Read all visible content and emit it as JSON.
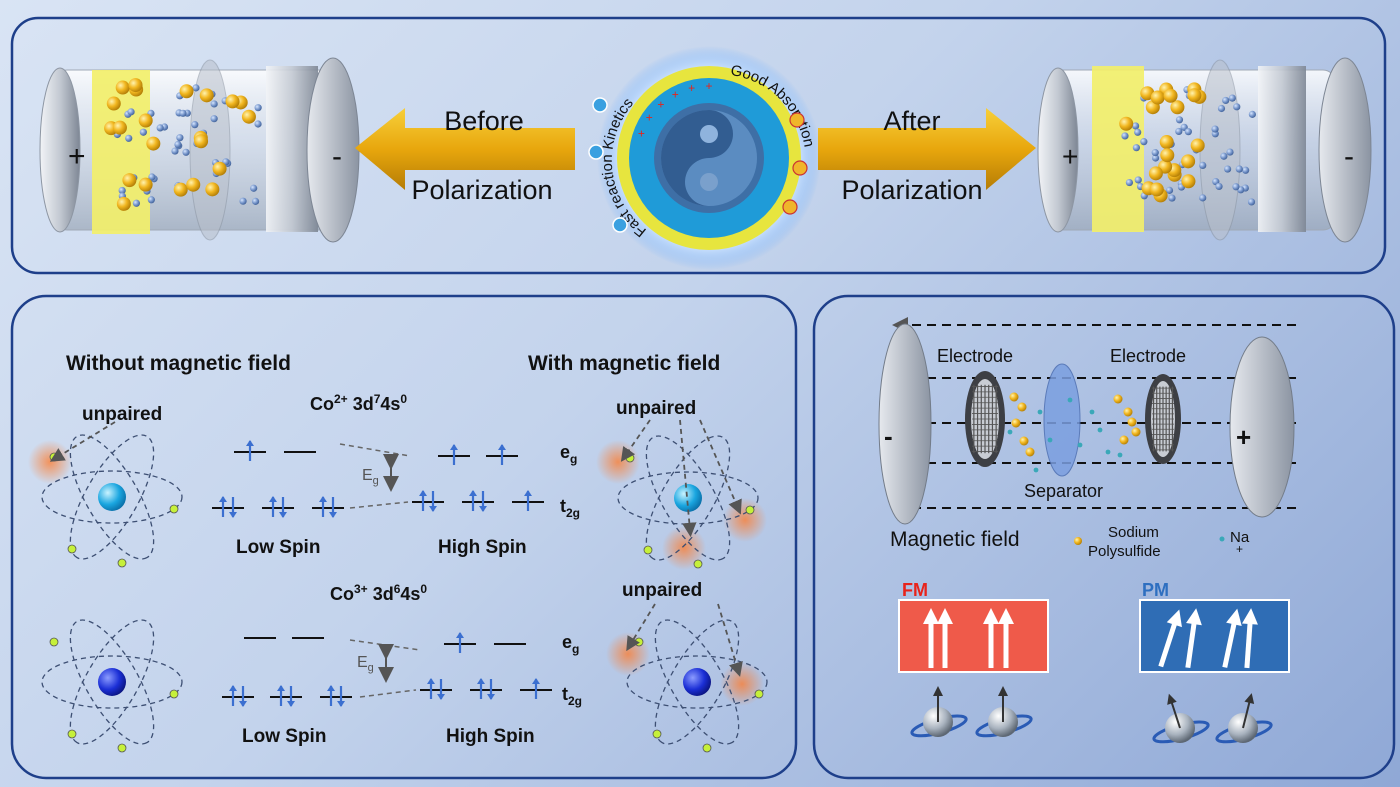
{
  "top": {
    "before_line1": "Before",
    "before_line2": "Polarization",
    "after_line1": "After",
    "after_line2": "Polarization",
    "ring_left": "Fast reaction Kinetics",
    "ring_right": "Good Absorption",
    "plus": "+",
    "minus": "-"
  },
  "bottom_left": {
    "without_title": "Without magnetic field",
    "with_title": "With magnetic field",
    "unpaired": "unpaired",
    "co2": {
      "label": "Co",
      "charge": "2+",
      "config": " 3d",
      "sup1": "7",
      "mid": "4s",
      "sup2": "0"
    },
    "co3": {
      "label": "Co",
      "charge": "3+",
      "config": " 3d",
      "sup1": "6",
      "mid": "4s",
      "sup2": "0"
    },
    "eg": "e",
    "eg_sub": "g",
    "t2g": "t",
    "t2g_sub": "2g",
    "Eg": "E",
    "Eg_sub": "g",
    "low_spin": "Low Spin",
    "high_spin": "High Spin"
  },
  "bottom_right": {
    "electrode": "Electrode",
    "separator": "Separator",
    "magnetic_field": "Magnetic field",
    "sodium": "Sodium",
    "polysulfide": "Polysulfide",
    "na": "Na",
    "na_charge": "+",
    "fm": "FM",
    "pm": "PM",
    "minus": "-",
    "plus": "+"
  },
  "colors": {
    "panel_border": "#1e3f8a",
    "arrow_gold": "#e0a610",
    "electrode_yellow": "#f2ef6a",
    "fm_red": "#ef5a4a",
    "pm_blue": "#2f6db5",
    "electron_blue": "#3b6fd0",
    "fm_label": "#e8231b",
    "pm_label": "#2e6fc0"
  },
  "icons": [
    "battery-cell-icon",
    "atom-icon",
    "spin-sphere-icon",
    "mesh-electrode-icon"
  ]
}
